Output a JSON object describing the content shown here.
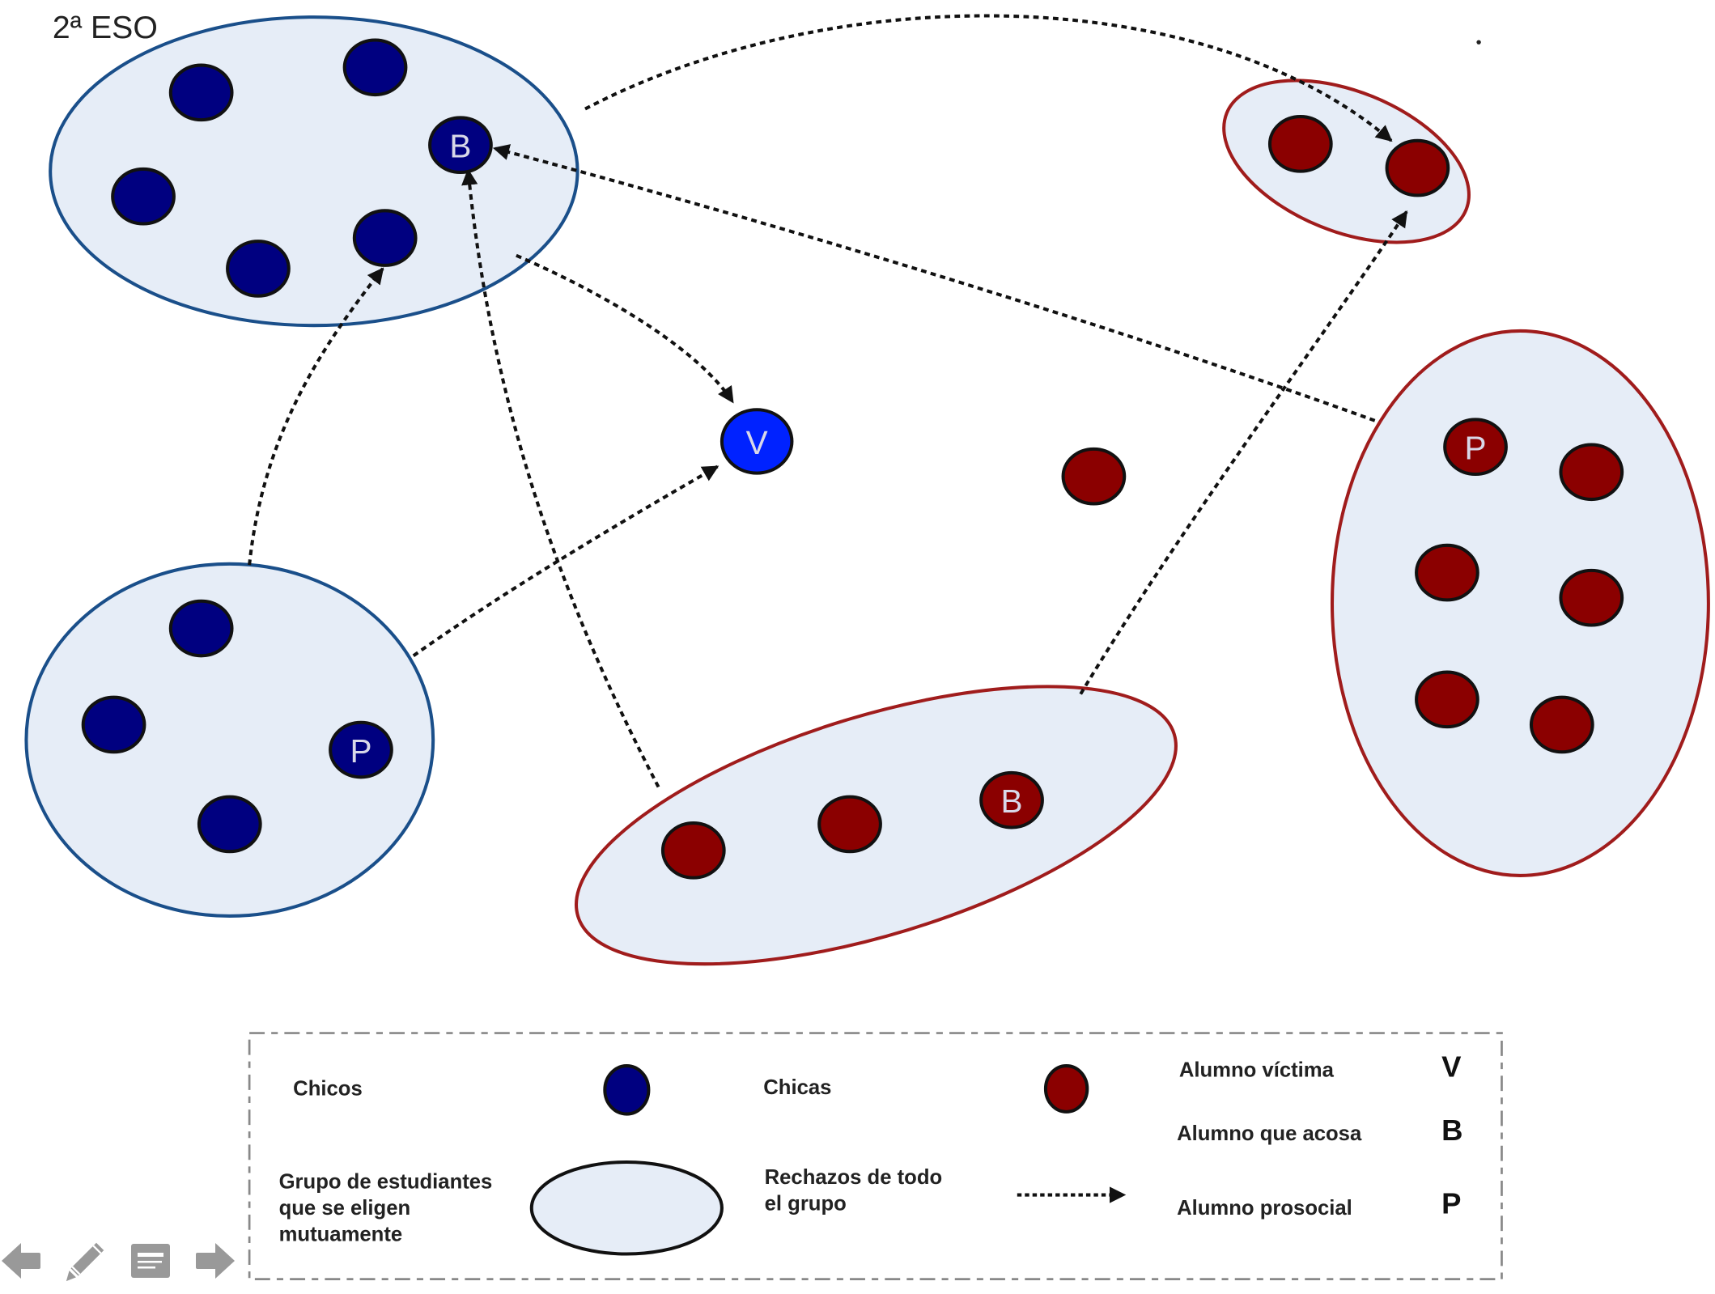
{
  "title": "2ª ESO",
  "colors": {
    "boy": "#000080",
    "girl": "#8b0000",
    "victim": "#0022ff",
    "group_fill": "#e6edf7",
    "boys_group_stroke": "#1a4f8a",
    "girls_group_stroke": "#a01c1c",
    "node_stroke": "#111111",
    "arrow": "#111111",
    "nav_icon": "#999999"
  },
  "groups": [
    {
      "id": "g1",
      "gender": "boys",
      "members": [
        {
          "gender": "boy",
          "letter": ""
        },
        {
          "gender": "boy",
          "letter": ""
        },
        {
          "gender": "boy",
          "letter": "B"
        },
        {
          "gender": "boy",
          "letter": ""
        },
        {
          "gender": "boy",
          "letter": ""
        },
        {
          "gender": "boy",
          "letter": ""
        }
      ]
    },
    {
      "id": "g2",
      "gender": "boys",
      "members": [
        {
          "gender": "boy",
          "letter": ""
        },
        {
          "gender": "boy",
          "letter": ""
        },
        {
          "gender": "boy",
          "letter": "P"
        },
        {
          "gender": "boy",
          "letter": ""
        }
      ]
    },
    {
      "id": "g3",
      "gender": "girls",
      "members": [
        {
          "gender": "girl",
          "letter": ""
        },
        {
          "gender": "girl",
          "letter": ""
        }
      ]
    },
    {
      "id": "g4",
      "gender": "girls",
      "members": [
        {
          "gender": "girl",
          "letter": ""
        },
        {
          "gender": "girl",
          "letter": ""
        },
        {
          "gender": "girl",
          "letter": "B"
        }
      ]
    },
    {
      "id": "g5",
      "gender": "girls",
      "members": [
        {
          "gender": "girl",
          "letter": "P"
        },
        {
          "gender": "girl",
          "letter": ""
        },
        {
          "gender": "girl",
          "letter": ""
        },
        {
          "gender": "girl",
          "letter": ""
        },
        {
          "gender": "girl",
          "letter": ""
        },
        {
          "gender": "girl",
          "letter": ""
        }
      ]
    }
  ],
  "isolated": [
    {
      "id": "victim",
      "gender": "victim",
      "letter": "V"
    },
    {
      "id": "lone-girl",
      "gender": "girl",
      "letter": ""
    }
  ],
  "rejections": [
    {
      "from": "g1",
      "to": "g3 second member"
    },
    {
      "from": "g1",
      "to": "victim"
    },
    {
      "from": "g2",
      "to": "g1"
    },
    {
      "from": "g2",
      "to": "victim"
    },
    {
      "from": "g4",
      "to": "g1 B"
    },
    {
      "from": "g4",
      "to": "g3"
    },
    {
      "from": "g5",
      "to": "g1 B"
    }
  ],
  "legend": {
    "boys": "Chicos",
    "girls": "Chicas",
    "group": [
      "Grupo de estudiantes",
      "que se eligen",
      "mutuamente"
    ],
    "rejection": [
      "Rechazos de todo",
      "el grupo"
    ],
    "victim_label": "Alumno víctima",
    "victim_letter": "V",
    "bully_label": "Alumno que acosa",
    "bully_letter": "B",
    "prosocial_label": "Alumno prosocial",
    "prosocial_letter": "P"
  },
  "nav": {
    "prev": "arrow-left-icon",
    "edit": "pencil-icon",
    "notes": "notes-icon",
    "next": "arrow-right-icon"
  }
}
